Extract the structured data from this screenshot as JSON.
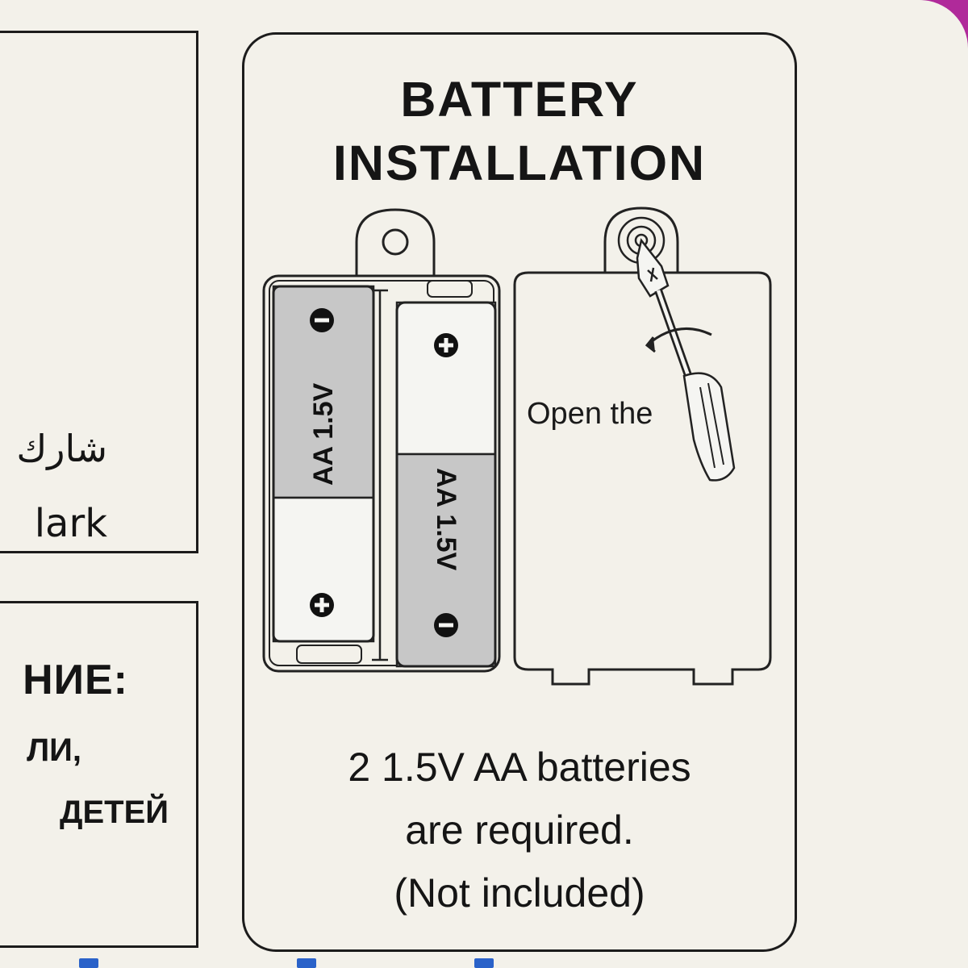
{
  "title": {
    "line1": "BATTERY",
    "line2": "INSTALLATION"
  },
  "battery_labels": {
    "left": "AA 1.5V",
    "right": "AA 1.5V",
    "plus": "+",
    "minus": "−"
  },
  "diagram": {
    "open_label": "Open the"
  },
  "caption": {
    "line1": "2 1.5V AA batteries",
    "line2": "are required.",
    "line3": "(Not included)"
  },
  "left_panel": {
    "arabic_fragment": "شارك",
    "latin_fragment": "lark",
    "ru_heading": "НИЕ:",
    "ru_line1": "ЛИ,",
    "ru_line2": "ДЕТЕЙ"
  },
  "colors": {
    "background": "#f3f1ea",
    "ink": "#151515",
    "battery_shade": "#c7c7c7",
    "accent": "#b02a9a"
  }
}
